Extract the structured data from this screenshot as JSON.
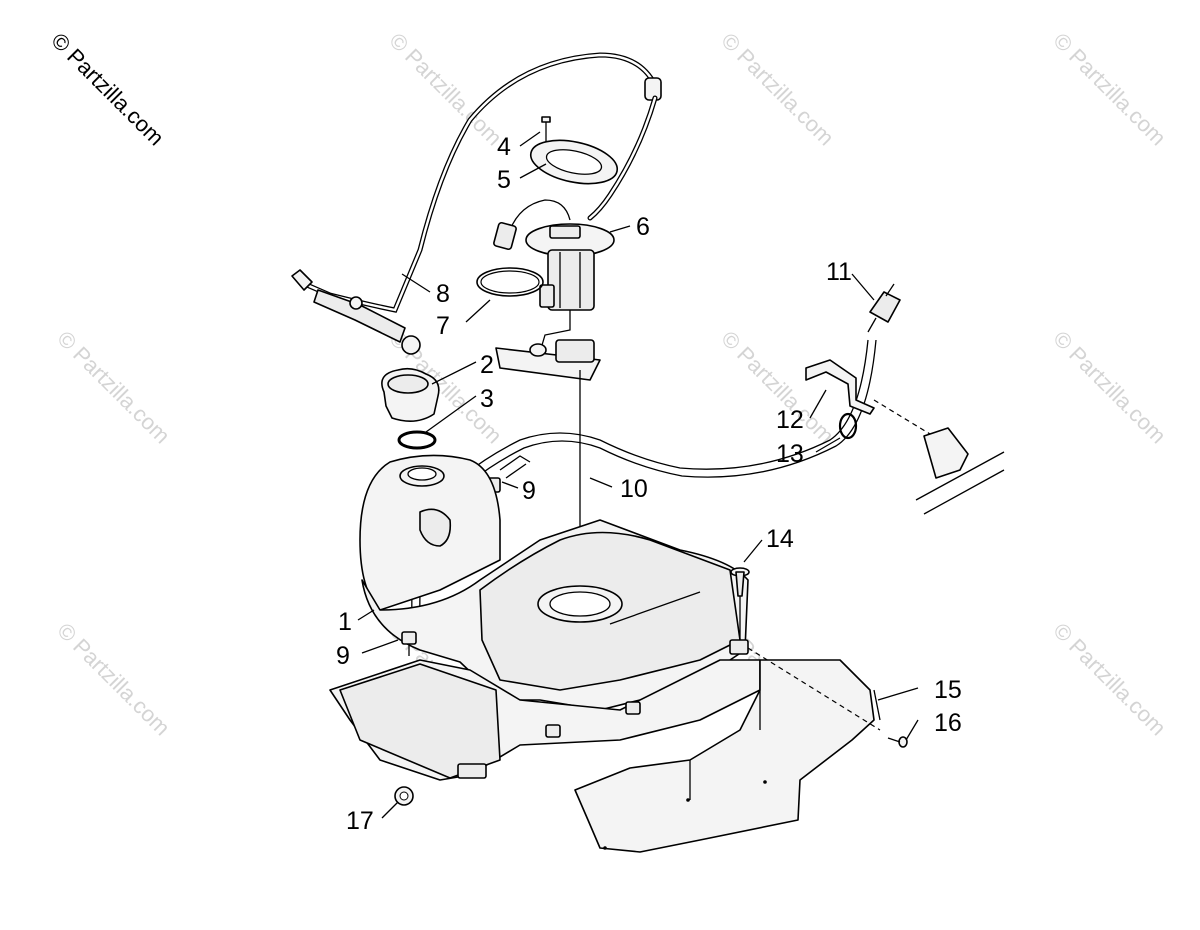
{
  "copyright": "© Partzilla.com",
  "watermark": "© Partzilla.com",
  "callouts": [
    "1",
    "2",
    "3",
    "4",
    "5",
    "6",
    "7",
    "8",
    "9",
    "9",
    "10",
    "11",
    "12",
    "13",
    "14",
    "15",
    "16",
    "17"
  ]
}
